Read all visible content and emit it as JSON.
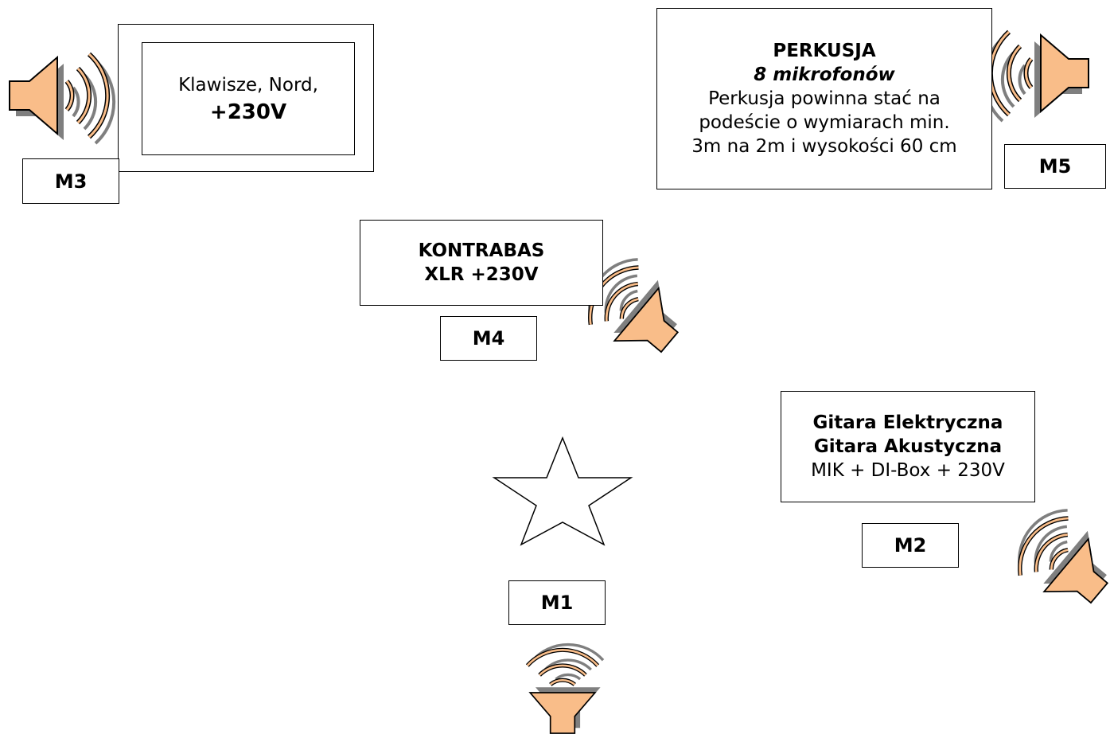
{
  "keys": {
    "line1": "Klawisze, Nord,",
    "line2": "+230V",
    "monitor": "M3"
  },
  "drums": {
    "title": "PERKUSJA",
    "subtitle": "8 mikrofonów",
    "line1": "Perkusja powinna stać na",
    "line2": "podeście o wymiarach min.",
    "line3": "3m na 2m i wysokości 60 cm",
    "monitor": "M5"
  },
  "bass": {
    "line1": "KONTRABAS",
    "line2": "XLR +230V",
    "monitor": "M4"
  },
  "guitar": {
    "line1": "Gitara Elektryczna",
    "line2": "Gitara Akustyczna",
    "line3": "MIK + DI-Box + 230V",
    "monitor": "M2"
  },
  "lead": {
    "monitor": "M1",
    "icon": "star-icon"
  },
  "colors": {
    "speaker_fill": "#f9bd89",
    "shadow": "#7f7f7f",
    "outline": "#000000"
  }
}
